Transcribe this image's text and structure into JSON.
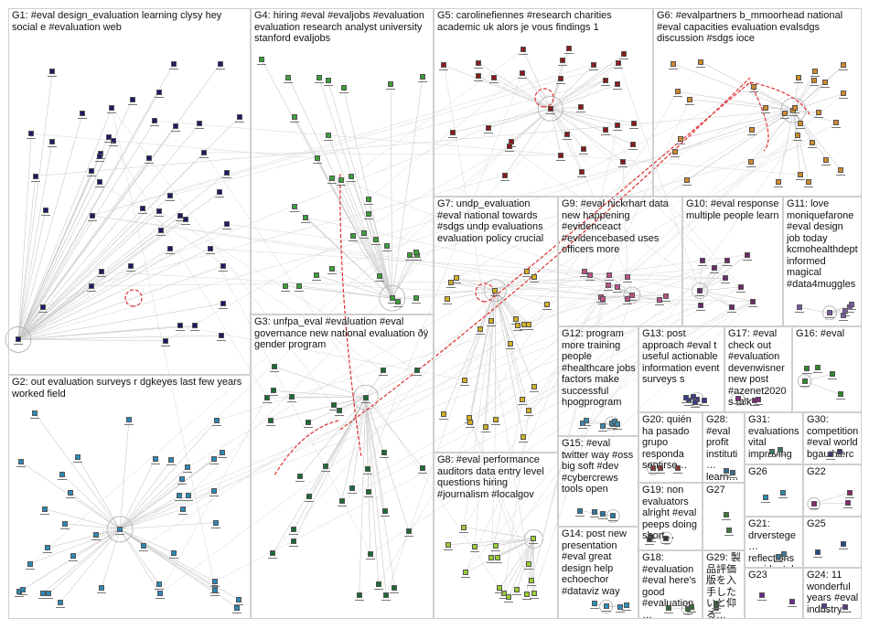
{
  "graph": {
    "groups": [
      {
        "id": "G1",
        "label": "G1: #eval design_evaluation learning clysy hey social e #evaluation web",
        "color": "#1a1a66",
        "nodes": 46
      },
      {
        "id": "G2",
        "label": "G2: out evaluation surveys r dgkeyes last few years worked field",
        "color": "#2a8ab8",
        "nodes": 40
      },
      {
        "id": "G3",
        "label": "G3: unfpa_eval #evaluation #eval governance new national evaluation ðÿ gender program",
        "color": "#1d6b33",
        "nodes": 30
      },
      {
        "id": "G4",
        "label": "G4: hiring #eval #evaljobs #evaluation evaluation research analyst university stanford evaljobs",
        "color": "#3aa03a",
        "nodes": 32
      },
      {
        "id": "G5",
        "label": "G5: carolinefiennes #research charities academic uk alors je vous findings 1",
        "color": "#8b1a1a",
        "nodes": 30
      },
      {
        "id": "G6",
        "label": "G6: #evalpartners b_mmoorhead national #eval capacities evaluation evalsdgs discussion #sdgs ioce",
        "color": "#d08a2a",
        "nodes": 30
      },
      {
        "id": "G7",
        "label": "G7: undp_evaluation #eval national towards #sdgs undp evaluations evaluation policy crucial",
        "color": "#d4b020",
        "nodes": 24
      },
      {
        "id": "G8",
        "label": "G8: #eval performance auditors data entry level questions hiring #journalism #localgov",
        "color": "#9acd32",
        "nodes": 16
      },
      {
        "id": "G9",
        "label": "G9: #eval nickrhart data new happening #evidenceact #evidencebased uses officers more",
        "color": "#c0508a",
        "nodes": 12
      },
      {
        "id": "G10",
        "label": "G10: #eval response multiple people learn",
        "color": "#6a2a6a",
        "nodes": 10
      },
      {
        "id": "G11",
        "label": "G11: love moniquefarone #eval design job today kcmohealthdept informed magical #data4muggles",
        "color": "#7a5aa0",
        "nodes": 6
      },
      {
        "id": "G12",
        "label": "G12: program more training people #healthcare jobs factors make successful hpogprogram",
        "color": "#3a8ab0",
        "nodes": 6
      },
      {
        "id": "G13",
        "label": "G13: post approach #eval t useful actionable information event surveys s",
        "color": "#3a3a8a",
        "nodes": 6
      },
      {
        "id": "G14",
        "label": "G14: post new presentation #eval great design help echoechor #dataviz way",
        "color": "#2a90c0",
        "nodes": 4
      },
      {
        "id": "G15",
        "label": "G15: #eval twitter way #oss big soft #dev #cybercrews tools open",
        "color": "#2a7aa0",
        "nodes": 4
      },
      {
        "id": "G16",
        "label": "G16: #eval",
        "color": "#2a8a2a",
        "nodes": 5
      },
      {
        "id": "G17",
        "label": "G17: #eval check out #evaluation devenwisner new post #azenet2020 s talk",
        "color": "#7a2a7a",
        "nodes": 4
      },
      {
        "id": "G18",
        "label": "G18: #evaluation #eval here's good #evaluation…",
        "color": "#3a6a3a",
        "nodes": 3
      },
      {
        "id": "G19",
        "label": "G19: non evaluators alright #eval peeps doing short…",
        "color": "#3a3a3a",
        "nodes": 3
      },
      {
        "id": "G20",
        "label": "G20: quién ha pasado grupo responda sentirse…",
        "color": "#8a3a3a",
        "nodes": 3
      },
      {
        "id": "G21",
        "label": "G21: drverstege… reflections accidental…",
        "color": "#3a7a9a",
        "nodes": 2
      },
      {
        "id": "G22",
        "label": "G22",
        "color": "#8a2a6a",
        "nodes": 3
      },
      {
        "id": "G23",
        "label": "G23",
        "color": "#6a2a8a",
        "nodes": 2
      },
      {
        "id": "G24",
        "label": "G24: 11 wonderful years #eval industry…",
        "color": "#5a3a8a",
        "nodes": 2
      },
      {
        "id": "G25",
        "label": "G25",
        "color": "#2a4a8a",
        "nodes": 2
      },
      {
        "id": "G26",
        "label": "G26",
        "color": "#2a8ab0",
        "nodes": 2
      },
      {
        "id": "G27",
        "label": "G27",
        "color": "#3a7a3a",
        "nodes": 2
      },
      {
        "id": "G28",
        "label": "G28: #eval profit instituti… learn…",
        "color": "#3a6a8a",
        "nodes": 2
      },
      {
        "id": "G29",
        "label": "G29: 製品評価版を入手したいと仰る…",
        "color": "#3a5a3a",
        "nodes": 2
      },
      {
        "id": "G30",
        "label": "G30: competition #eval world bgauthierc…",
        "color": "#3a3a6a",
        "nodes": 2
      },
      {
        "id": "G31",
        "label": "G31: evaluations vital improving…",
        "color": "#3a7a5a",
        "nodes": 2
      }
    ]
  }
}
